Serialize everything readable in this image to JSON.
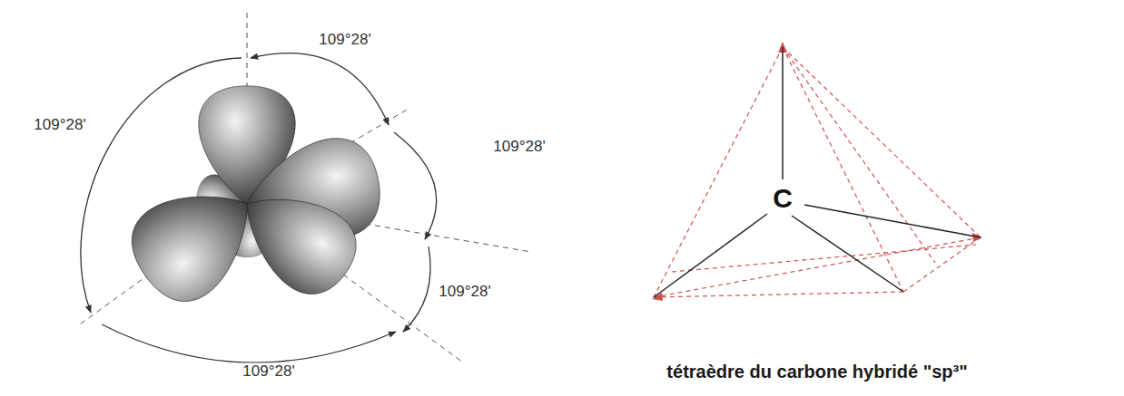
{
  "diagram": {
    "caption": "tétraèdre du carbone hybridé \"sp³\"",
    "labels": [
      "109°28'",
      "109°28'",
      "109°28'",
      "109°28'",
      "109°28'",
      "C"
    ]
  }
}
